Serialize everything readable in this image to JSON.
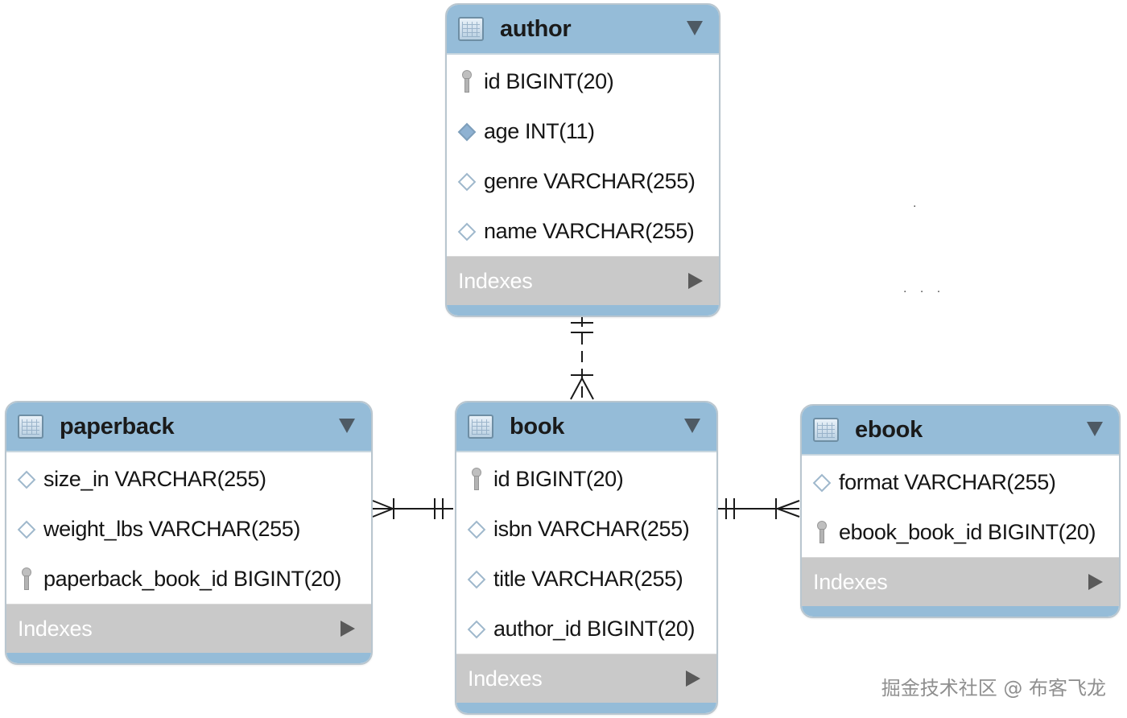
{
  "tables": {
    "author": {
      "title": "author",
      "columns": [
        "id BIGINT(20)",
        "age INT(11)",
        "genre VARCHAR(255)",
        "name VARCHAR(255)"
      ],
      "indexes_label": "Indexes"
    },
    "paperback": {
      "title": "paperback",
      "columns": [
        "size_in VARCHAR(255)",
        "weight_lbs VARCHAR(255)",
        "paperback_book_id BIGINT(20)"
      ],
      "indexes_label": "Indexes"
    },
    "book": {
      "title": "book",
      "columns": [
        "id BIGINT(20)",
        "isbn VARCHAR(255)",
        "title VARCHAR(255)",
        "author_id BIGINT(20)"
      ],
      "indexes_label": "Indexes"
    },
    "ebook": {
      "title": "ebook",
      "columns": [
        "format VARCHAR(255)",
        "ebook_book_id BIGINT(20)"
      ],
      "indexes_label": "Indexes"
    }
  },
  "stray_marks": {
    "dot": ".",
    "ellipsis": ". . ."
  },
  "watermark": "掘金技术社区 @ 布客飞龙",
  "colors": {
    "header": "#95bcd8",
    "indexes_bar": "#c9c9c9",
    "line": "#1a1a1a"
  }
}
